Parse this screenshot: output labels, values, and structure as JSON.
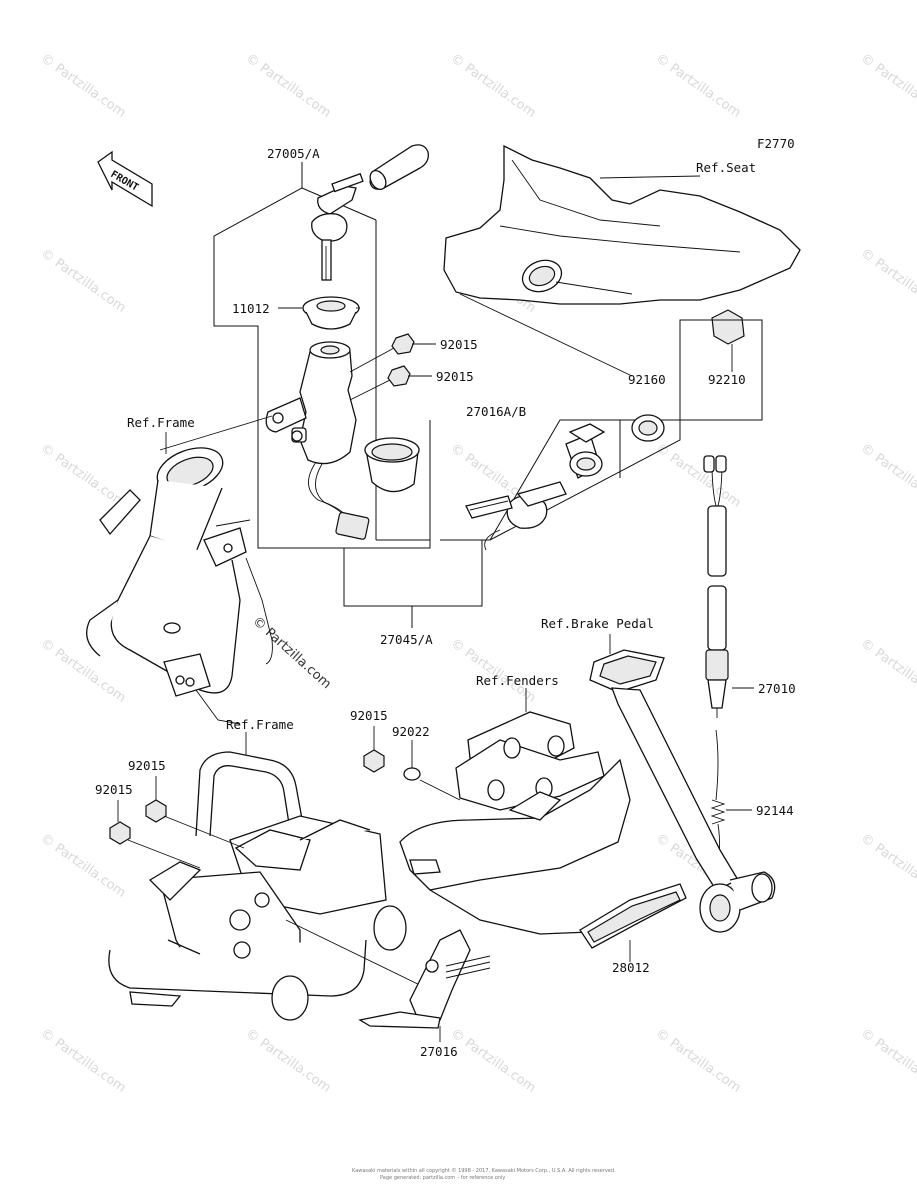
{
  "diagram": {
    "figure_code": "F2770",
    "front_label": "FRONT",
    "part_labels": {
      "p27005A": "27005/A",
      "p11012": "11012",
      "p92015a": "92015",
      "p92015b": "92015",
      "p92160": "92160",
      "p92210": "92210",
      "p27016AB": "27016A/B",
      "p27045A": "27045/A",
      "p27010": "27010",
      "p92015c": "92015",
      "p92022": "92022",
      "p92015d": "92015",
      "p92015e": "92015",
      "p92144": "92144",
      "p28012": "28012",
      "p27016": "27016"
    },
    "ref_labels": {
      "seat": "Ref.Seat",
      "frame_top": "Ref.Frame",
      "brake_pedal": "Ref.Brake Pedal",
      "fenders": "Ref.Fenders",
      "frame_bottom": "Ref.Frame"
    },
    "watermark": "© Partzilla.com",
    "footer_line1": "Kawasaki materials within all copyright © 1998 - 2017, Kawasaki Motors Corp., U.S.A. All rights reserved.",
    "footer_line2": "Page generated: partzilla.com – for reference only"
  }
}
